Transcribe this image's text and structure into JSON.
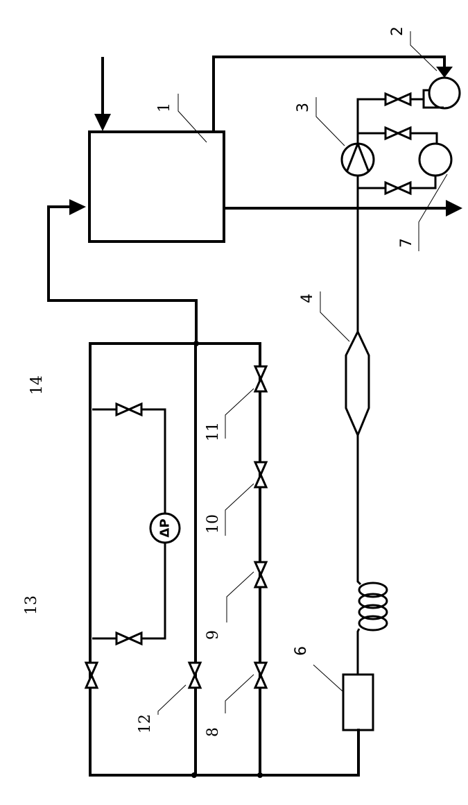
{
  "diagram": {
    "title": "",
    "orientation": "rotated-90",
    "components": [
      {
        "id": "1",
        "label": "1",
        "type": "vessel"
      },
      {
        "id": "2",
        "label": "2",
        "type": "tank"
      },
      {
        "id": "3",
        "label": "3",
        "type": "pump"
      },
      {
        "id": "4",
        "label": "4",
        "type": "flowmeter"
      },
      {
        "id": "5",
        "label": "",
        "type": "coil"
      },
      {
        "id": "6",
        "label": "6",
        "type": "heater"
      },
      {
        "id": "7",
        "label": "7",
        "type": "auxiliary-pump"
      },
      {
        "id": "8",
        "label": "8",
        "type": "valve"
      },
      {
        "id": "9",
        "label": "9",
        "type": "valve"
      },
      {
        "id": "10",
        "label": "10",
        "type": "valve"
      },
      {
        "id": "11",
        "label": "11",
        "type": "valve"
      },
      {
        "id": "12",
        "label": "12",
        "type": "valve"
      },
      {
        "id": "13",
        "label": "13",
        "type": "section"
      },
      {
        "id": "14",
        "label": "14",
        "type": "section"
      }
    ],
    "dp_gauge_label": "ΔP",
    "line_color": "#000000",
    "background": "#ffffff"
  }
}
